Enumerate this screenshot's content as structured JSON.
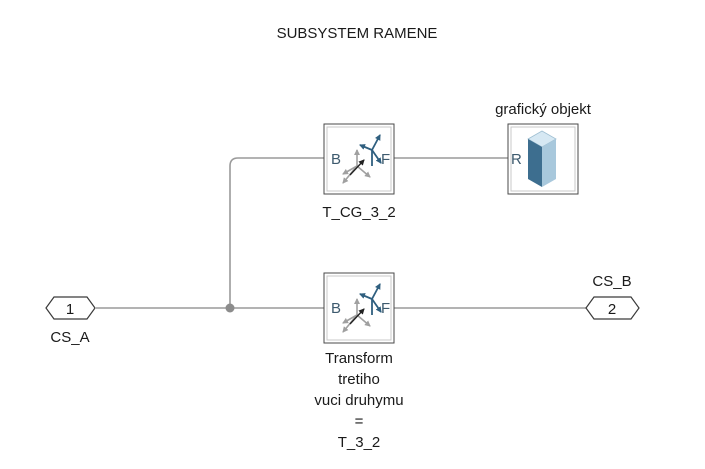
{
  "diagram": {
    "title": "SUBSYSTEM RAMENE",
    "blocks": {
      "t_cg": {
        "label": "T_CG_3_2",
        "port_in": "B",
        "port_out": "F"
      },
      "transform": {
        "label_lines": [
          "Transform",
          "tretiho",
          "vuci druhymu",
          "=",
          "T_3_2"
        ],
        "port_in": "B",
        "port_out": "F"
      },
      "solid": {
        "label": "grafický objekt",
        "port_in": "R"
      }
    },
    "ports": {
      "input": {
        "number": "1",
        "name": "CS_A"
      },
      "output": {
        "number": "2",
        "name": "CS_B"
      }
    }
  },
  "colors": {
    "wire": "#9a9a9a",
    "junction": "#8c8c8c",
    "frame_axis_blue": "#2f5f7f",
    "frame_axis_gray": "#a0a0a0",
    "solid_front": "#3d6e8f",
    "solid_side": "#a8c8dc",
    "solid_top": "#d6e8f3"
  }
}
